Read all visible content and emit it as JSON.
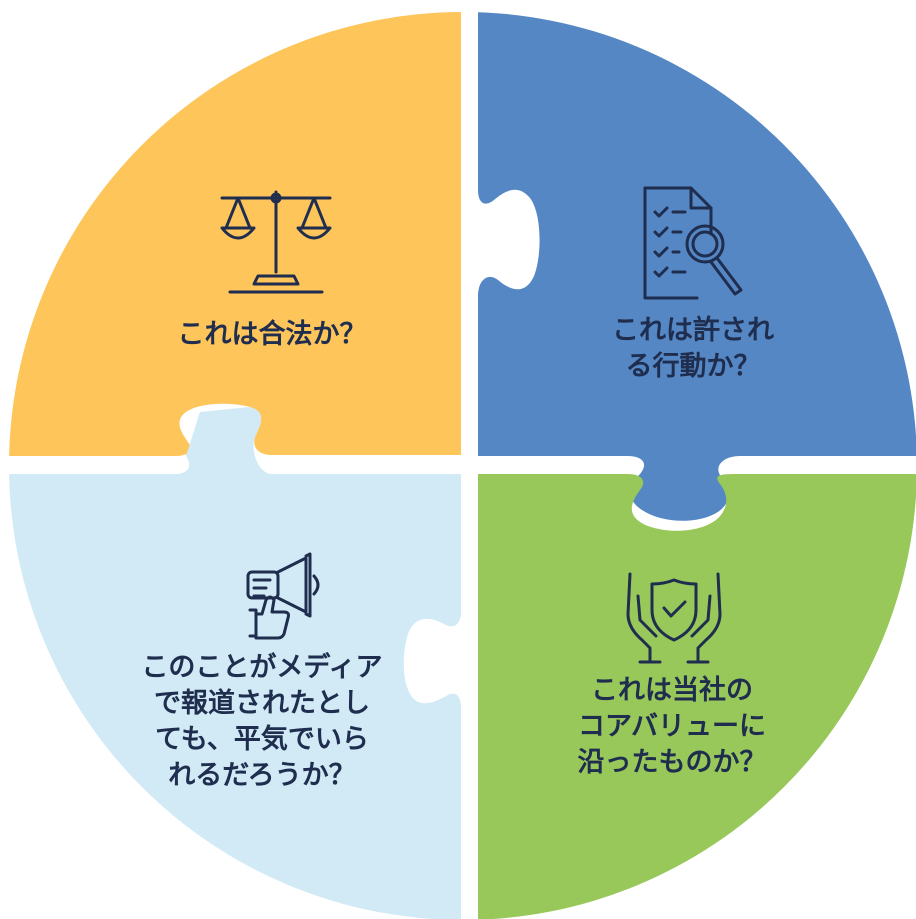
{
  "pieces": [
    {
      "id": "top-left",
      "color": "#FDC55A",
      "icon": "scales-icon",
      "lines": [
        "これは合法か？"
      ]
    },
    {
      "id": "top-right",
      "color": "#5587C5",
      "icon": "document-search-icon",
      "lines": [
        "これは許され",
        "る行動か？"
      ]
    },
    {
      "id": "bottom-left",
      "color": "#D1EAF5",
      "icon": "megaphone-thumbs-up-icon",
      "lines": [
        "このことがメディア",
        "で報道されたとし",
        "ても、平気でいら",
        "れるだろうか？"
      ]
    },
    {
      "id": "bottom-right",
      "color": "#99C85A",
      "icon": "hands-shield-icon",
      "lines": [
        "これは当社の",
        "コアバリューに",
        "沿ったものか？"
      ]
    }
  ],
  "text_color": "#1F2D4E"
}
